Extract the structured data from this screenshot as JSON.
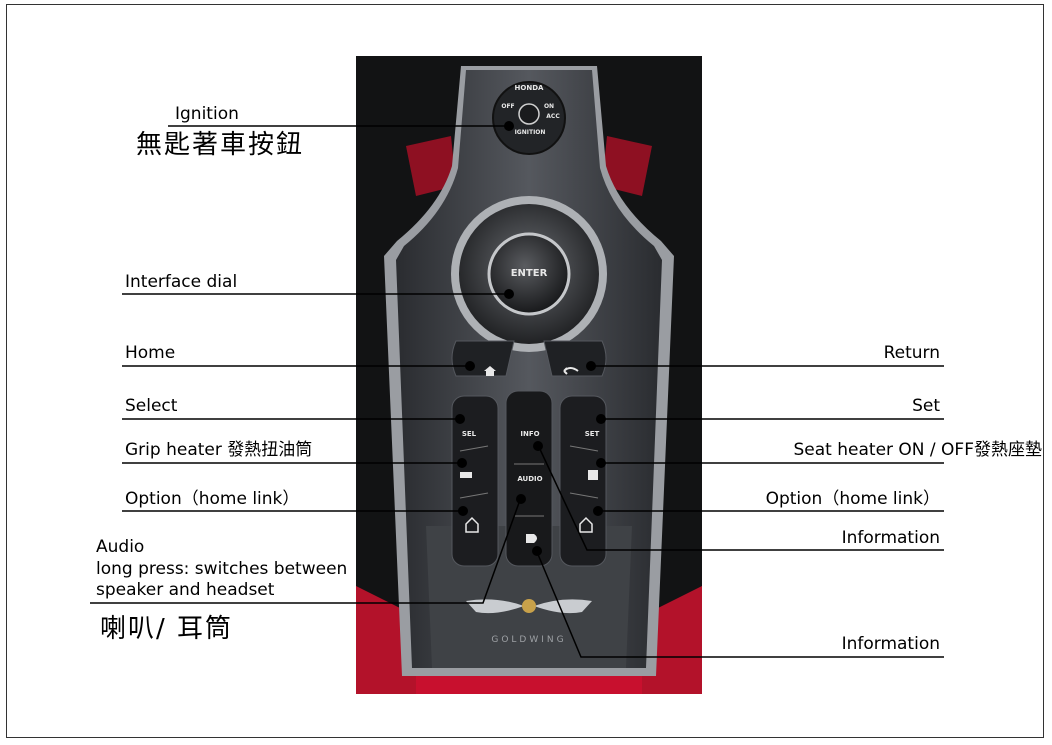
{
  "labels": {
    "ignition": "Ignition",
    "ignition_zh": "無匙著車按鈕",
    "interface_dial": "Interface dial",
    "home": "Home",
    "select": "Select",
    "grip_heater": "Grip heater 發熱扭油筒",
    "option_left": "Option（home link）",
    "audio_title": "Audio",
    "audio_long_press": "long press: switches between",
    "audio_speaker": "speaker and headset",
    "audio_zh": "喇叭/ 耳筒",
    "return": "Return",
    "set": "Set",
    "seat_heater": "Seat heater ON / OFF發熱座墊",
    "option_right": "Option（home link）",
    "information_1": "Information",
    "information_2": "Information"
  },
  "panel": {
    "brand": "HONDA",
    "ign_off": "OFF",
    "ign_on": "ON",
    "ign_acc": "ACC",
    "ign_label": "IGNITION",
    "enter": "ENTER",
    "sel": "SEL",
    "set": "SET",
    "info": "INFO",
    "audio": "AUDIO",
    "logo_text": "GOLDWING"
  },
  "colors": {
    "panel_dark": "#1d1f22",
    "panel_grey": "#4a4d52",
    "accent_red": "#c8102e",
    "trim_silver": "#b9bcc0"
  }
}
